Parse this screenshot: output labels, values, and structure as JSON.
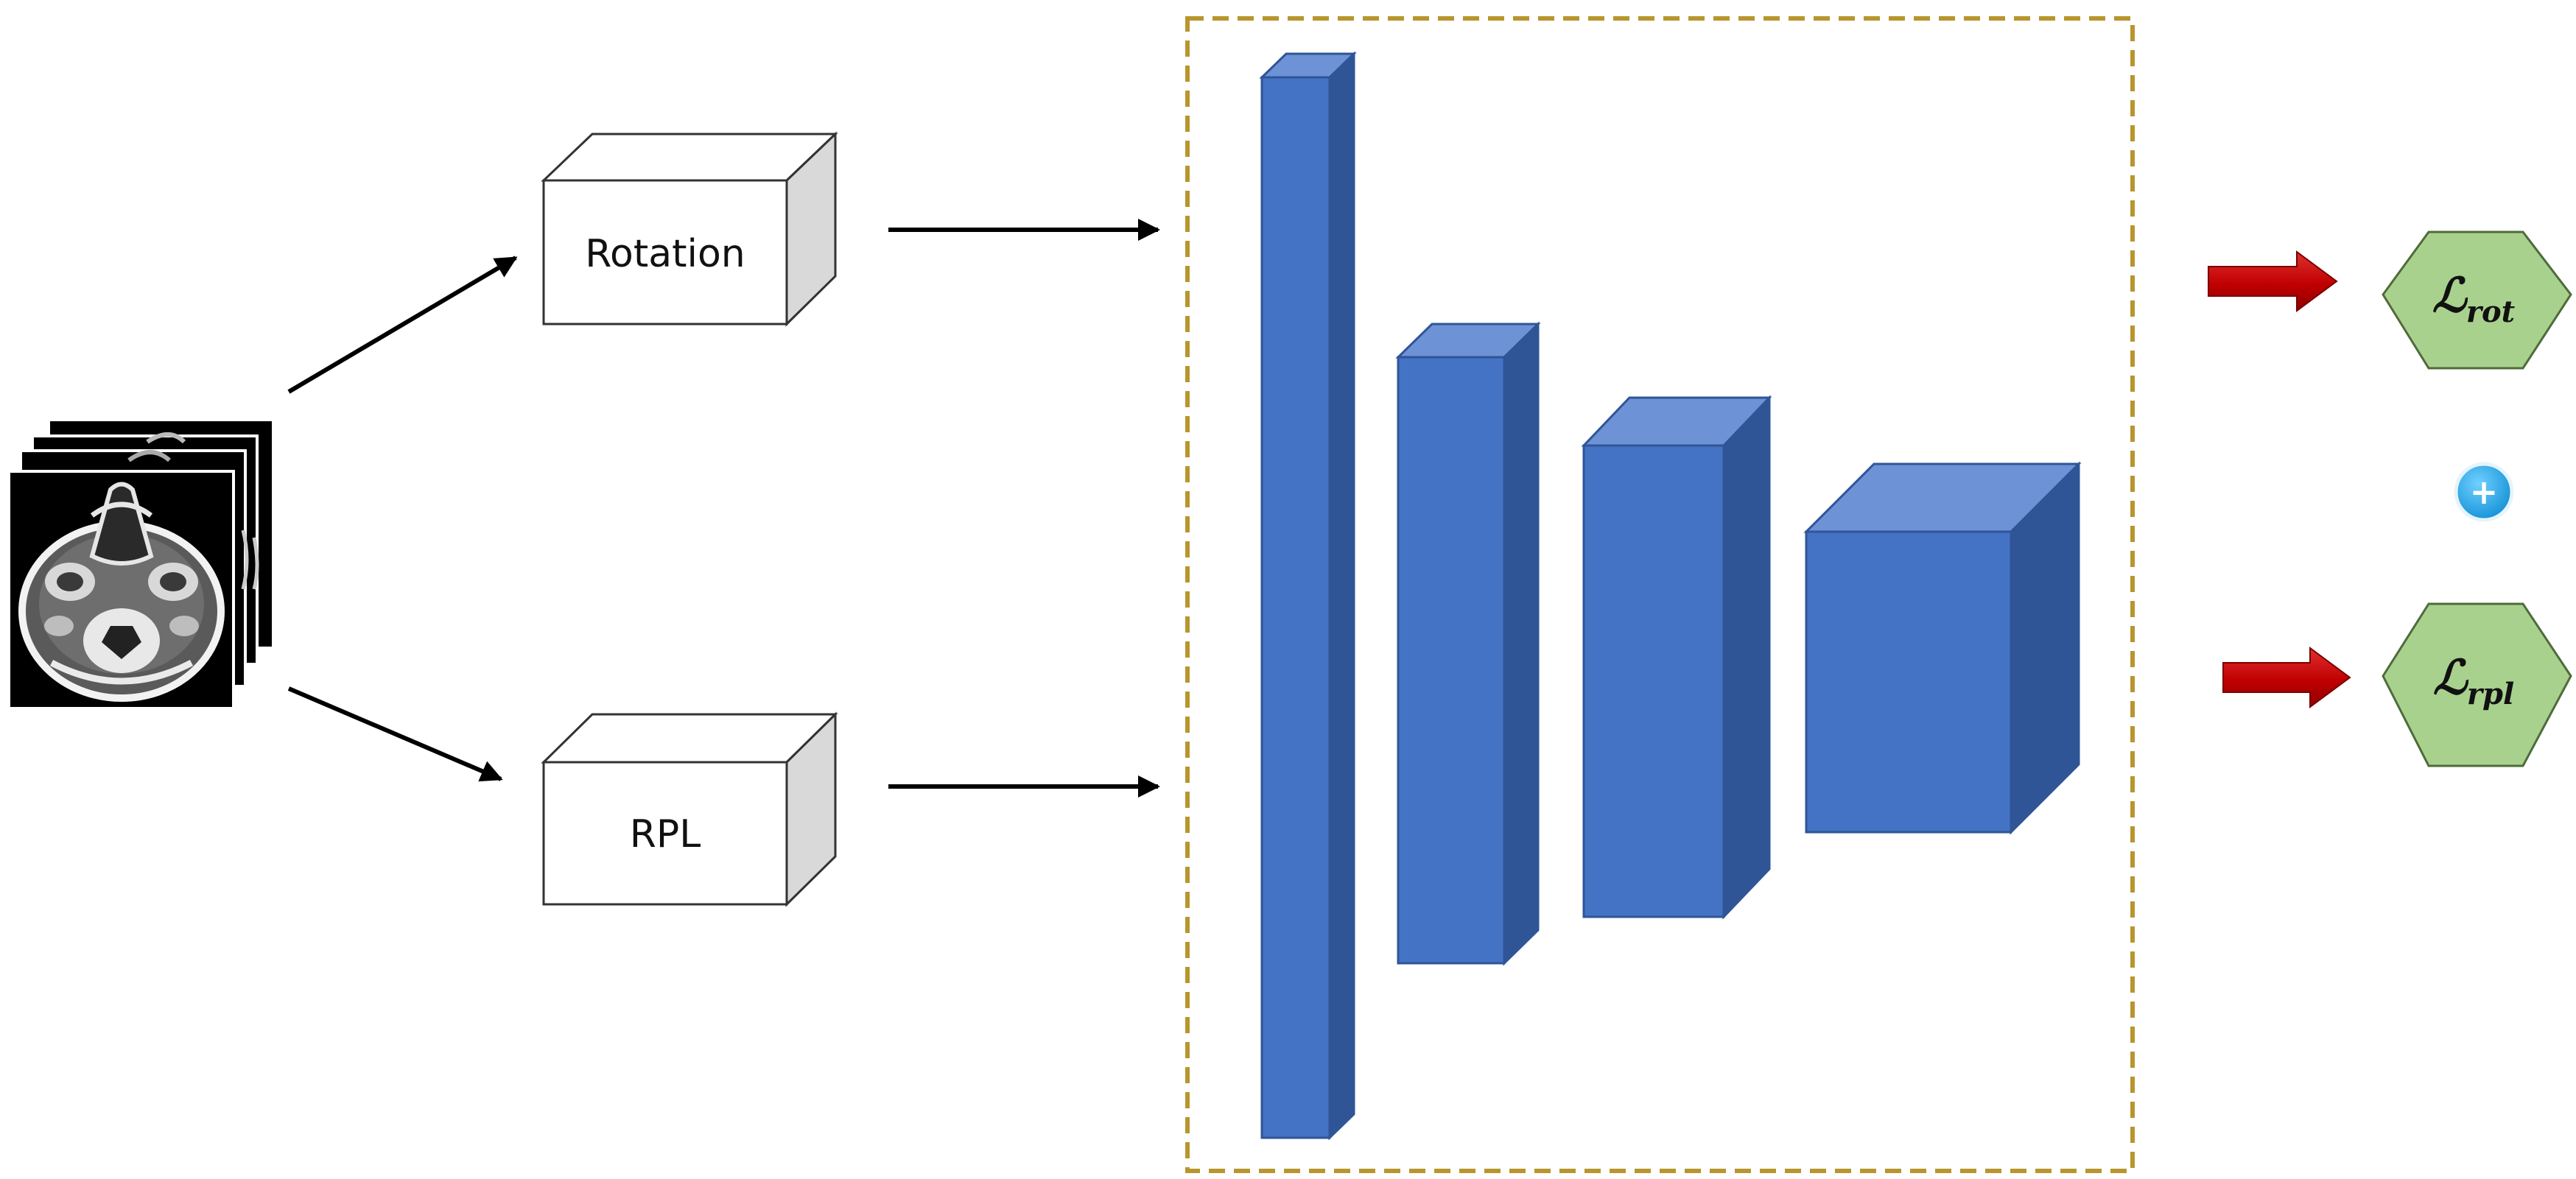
{
  "diagram": {
    "input": {
      "name": "ct-slice-stack",
      "depicts": "axial-ct-head-slices"
    },
    "tasks": [
      {
        "key": "rotation",
        "label": "Rotation"
      },
      {
        "key": "rpl",
        "label": "RPL"
      }
    ],
    "network": {
      "blocks": 4,
      "border_style": "dashed"
    },
    "losses": [
      {
        "key": "rot",
        "symbol": "ℒ",
        "subscript": "rot"
      },
      {
        "key": "rpl",
        "symbol": "ℒ",
        "subscript": "rpl"
      }
    ],
    "combine_symbol": "+",
    "colors": {
      "block_front": "#4472C4",
      "block_top": "#6E92D6",
      "block_side": "#2F5597",
      "border": "#B8962E",
      "loss_fill": "#A9D18E",
      "arrow_red": "#C00000",
      "plus_circle": "#1EA7E8",
      "task_box_side": "#D9D9D9"
    }
  }
}
